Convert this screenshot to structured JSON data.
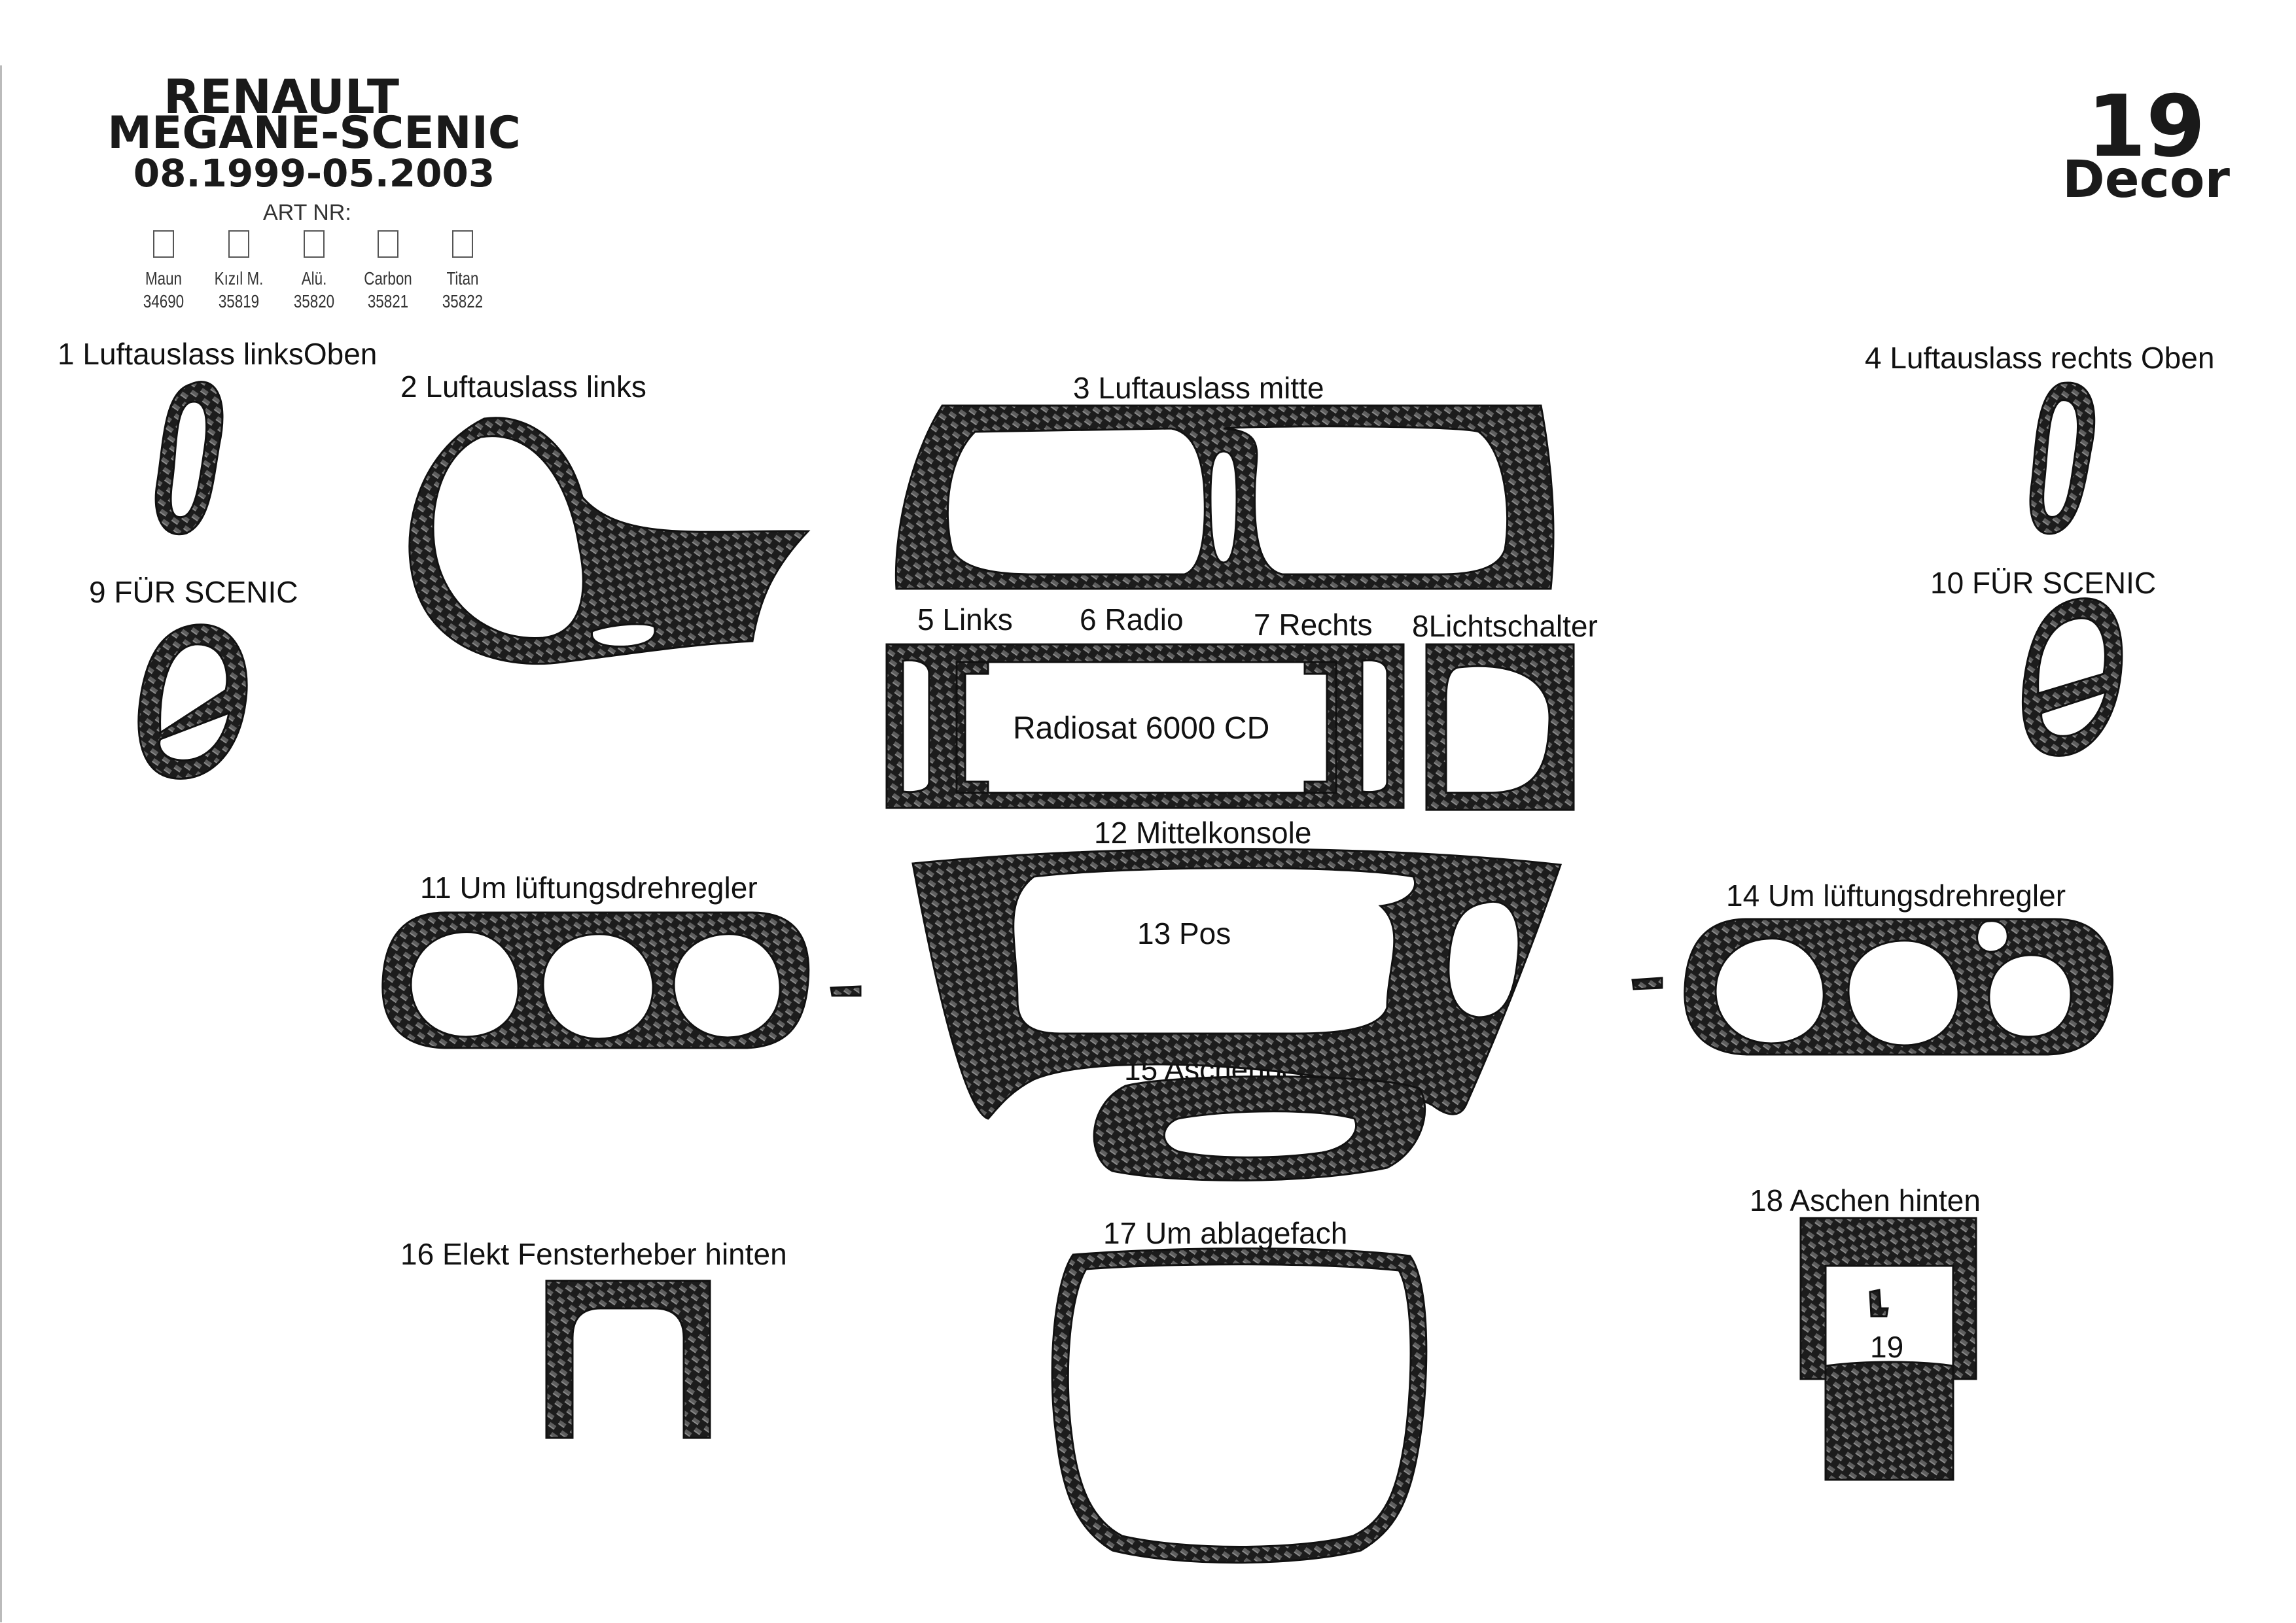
{
  "header": {
    "brand": "RENAULT",
    "model": "MEGANE-SCENIC",
    "years": "08.1999-05.2003",
    "art_nr_label": "ART NR:",
    "kit_number": "19",
    "kit_type": "Decor"
  },
  "finishes": [
    {
      "name": "Maun",
      "code": "34690"
    },
    {
      "name": "Kızıl M.",
      "code": "35819"
    },
    {
      "name": "Alü.",
      "code": "35820"
    },
    {
      "name": "Carbon",
      "code": "35821"
    },
    {
      "name": "Titan",
      "code": "35822"
    }
  ],
  "parts": {
    "p1": "1 Luftauslass linksOben",
    "p2": "2 Luftauslass links",
    "p3": "3 Luftauslass mitte",
    "p4": "4 Luftauslass rechts Oben",
    "p5": "5 Links",
    "p6": "6 Radio",
    "p7": "7 Rechts",
    "p8": "8Lichtschalter",
    "p9": "9 FÜR SCENIC",
    "p10": "10  FÜR SCENIC",
    "p11": "11 Um lüftungsdrehregler",
    "p12": "12 Mittelkonsole",
    "p13": "13 Pos",
    "p14": "14 Um lüftungsdrehregler",
    "p15": "15 Aschenbecher",
    "p16": "16 Elekt Fensterheber hinten",
    "p17": "17 Um ablagefach",
    "p18": "18 Aschen hinten",
    "p19": "19"
  },
  "radio_text": "Radiosat 6000 CD",
  "colors": {
    "carbon_dark": "#1c1c1c",
    "carbon_light": "#6a6a6a",
    "background": "#ffffff"
  }
}
